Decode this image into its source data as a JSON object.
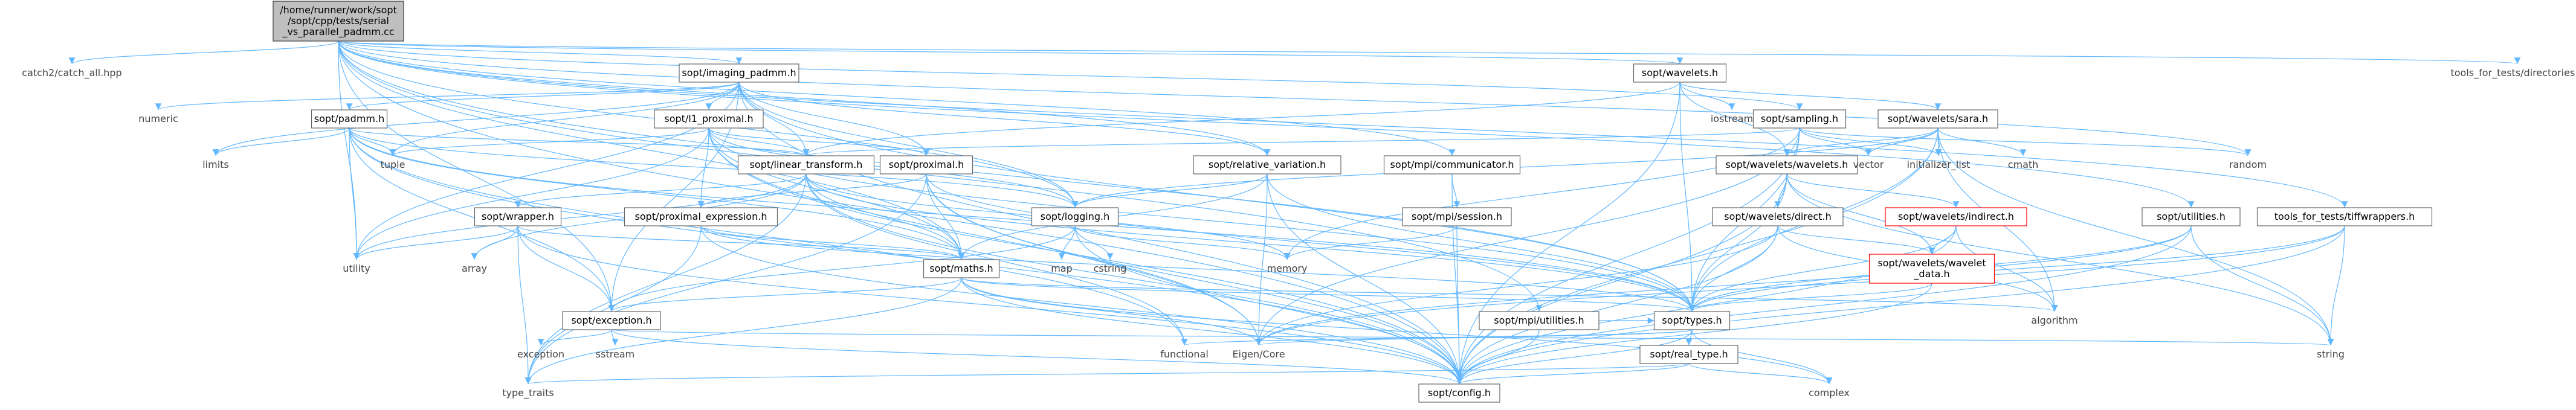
{
  "graph": {
    "nodes": [
      {
        "id": "root",
        "label": [
          "/home/runner/work/sopt",
          "/sopt/cpp/tests/serial",
          "_vs_parallel_padmm.cc"
        ],
        "style": "root"
      },
      {
        "id": "catch",
        "label": [
          "catch2/catch_all.hpp"
        ],
        "style": "plain"
      },
      {
        "id": "imaging",
        "label": [
          "sopt/imaging_padmm.h"
        ],
        "style": "box"
      },
      {
        "id": "wavelets",
        "label": [
          "sopt/wavelets.h"
        ],
        "style": "box"
      },
      {
        "id": "tools_dir",
        "label": [
          "tools_for_tests/directories.h"
        ],
        "style": "plain"
      },
      {
        "id": "numeric",
        "label": [
          "numeric"
        ],
        "style": "plain"
      },
      {
        "id": "padmm",
        "label": [
          "sopt/padmm.h"
        ],
        "style": "box"
      },
      {
        "id": "l1prox",
        "label": [
          "sopt/l1_proximal.h"
        ],
        "style": "box"
      },
      {
        "id": "iostream",
        "label": [
          "iostream"
        ],
        "style": "plain"
      },
      {
        "id": "sampling",
        "label": [
          "sopt/sampling.h"
        ],
        "style": "box"
      },
      {
        "id": "sara",
        "label": [
          "sopt/wavelets/sara.h"
        ],
        "style": "box"
      },
      {
        "id": "limits",
        "label": [
          "limits"
        ],
        "style": "plain"
      },
      {
        "id": "tuple",
        "label": [
          "tuple"
        ],
        "style": "plain"
      },
      {
        "id": "lintrans",
        "label": [
          "sopt/linear_transform.h"
        ],
        "style": "box"
      },
      {
        "id": "proximal",
        "label": [
          "sopt/proximal.h"
        ],
        "style": "box"
      },
      {
        "id": "relvar",
        "label": [
          "sopt/relative_variation.h"
        ],
        "style": "box"
      },
      {
        "id": "mpicomm",
        "label": [
          "sopt/mpi/communicator.h"
        ],
        "style": "box"
      },
      {
        "id": "wwavelets",
        "label": [
          "sopt/wavelets/wavelets.h"
        ],
        "style": "box"
      },
      {
        "id": "vector",
        "label": [
          "vector"
        ],
        "style": "plain"
      },
      {
        "id": "initlist",
        "label": [
          "initializer_list"
        ],
        "style": "plain"
      },
      {
        "id": "cmath",
        "label": [
          "cmath"
        ],
        "style": "plain"
      },
      {
        "id": "random",
        "label": [
          "random"
        ],
        "style": "plain"
      },
      {
        "id": "wrapper",
        "label": [
          "sopt/wrapper.h"
        ],
        "style": "box"
      },
      {
        "id": "proxexpr",
        "label": [
          "sopt/proximal_expression.h"
        ],
        "style": "box"
      },
      {
        "id": "logging",
        "label": [
          "sopt/logging.h"
        ],
        "style": "box"
      },
      {
        "id": "mpisession",
        "label": [
          "sopt/mpi/session.h"
        ],
        "style": "box"
      },
      {
        "id": "direct",
        "label": [
          "sopt/wavelets/direct.h"
        ],
        "style": "box"
      },
      {
        "id": "indirect",
        "label": [
          "sopt/wavelets/indirect.h"
        ],
        "style": "red"
      },
      {
        "id": "utilities",
        "label": [
          "sopt/utilities.h"
        ],
        "style": "box"
      },
      {
        "id": "tiffwrap",
        "label": [
          "tools_for_tests/tiffwrappers.h"
        ],
        "style": "box"
      },
      {
        "id": "utility",
        "label": [
          "utility"
        ],
        "style": "plain"
      },
      {
        "id": "array",
        "label": [
          "array"
        ],
        "style": "plain"
      },
      {
        "id": "map",
        "label": [
          "map"
        ],
        "style": "plain"
      },
      {
        "id": "cstring",
        "label": [
          "cstring"
        ],
        "style": "plain"
      },
      {
        "id": "memory",
        "label": [
          "memory"
        ],
        "style": "plain"
      },
      {
        "id": "maths",
        "label": [
          "sopt/maths.h"
        ],
        "style": "box"
      },
      {
        "id": "wavdata",
        "label": [
          "sopt/wavelets/wavelet",
          "_data.h"
        ],
        "style": "red"
      },
      {
        "id": "exception",
        "label": [
          "sopt/exception.h"
        ],
        "style": "box"
      },
      {
        "id": "mpiutil",
        "label": [
          "sopt/mpi/utilities.h"
        ],
        "style": "box"
      },
      {
        "id": "types",
        "label": [
          "sopt/types.h"
        ],
        "style": "box"
      },
      {
        "id": "algorithm",
        "label": [
          "algorithm"
        ],
        "style": "plain"
      },
      {
        "id": "exc",
        "label": [
          "exception"
        ],
        "style": "plain"
      },
      {
        "id": "sstream",
        "label": [
          "sstream"
        ],
        "style": "plain"
      },
      {
        "id": "functional",
        "label": [
          "functional"
        ],
        "style": "plain"
      },
      {
        "id": "eigen",
        "label": [
          "Eigen/Core"
        ],
        "style": "plain"
      },
      {
        "id": "string",
        "label": [
          "string"
        ],
        "style": "plain"
      },
      {
        "id": "realtype",
        "label": [
          "sopt/real_type.h"
        ],
        "style": "box"
      },
      {
        "id": "typetraits",
        "label": [
          "type_traits"
        ],
        "style": "plain"
      },
      {
        "id": "config",
        "label": [
          "sopt/config.h"
        ],
        "style": "box"
      },
      {
        "id": "complex",
        "label": [
          "complex"
        ],
        "style": "plain"
      }
    ],
    "edges": [
      [
        "root",
        "catch"
      ],
      [
        "root",
        "imaging"
      ],
      [
        "root",
        "wavelets"
      ],
      [
        "root",
        "tools_dir"
      ],
      [
        "root",
        "sampling"
      ],
      [
        "root",
        "relvar"
      ],
      [
        "root",
        "mpicomm"
      ],
      [
        "root",
        "logging"
      ],
      [
        "root",
        "maths"
      ],
      [
        "root",
        "types"
      ],
      [
        "root",
        "utility"
      ],
      [
        "root",
        "mpiutil"
      ],
      [
        "root",
        "utilities"
      ],
      [
        "root",
        "tiffwrap"
      ],
      [
        "root",
        "random"
      ],
      [
        "root",
        "config"
      ],
      [
        "root",
        "exception"
      ],
      [
        "imaging",
        "numeric"
      ],
      [
        "imaging",
        "padmm"
      ],
      [
        "imaging",
        "l1prox"
      ],
      [
        "imaging",
        "limits"
      ],
      [
        "imaging",
        "tuple"
      ],
      [
        "imaging",
        "lintrans"
      ],
      [
        "imaging",
        "proximal"
      ],
      [
        "imaging",
        "relvar"
      ],
      [
        "imaging",
        "logging"
      ],
      [
        "imaging",
        "types"
      ],
      [
        "imaging",
        "utility"
      ],
      [
        "imaging",
        "exception"
      ],
      [
        "imaging",
        "config"
      ],
      [
        "padmm",
        "limits"
      ],
      [
        "padmm",
        "tuple"
      ],
      [
        "padmm",
        "lintrans"
      ],
      [
        "padmm",
        "logging"
      ],
      [
        "padmm",
        "maths"
      ],
      [
        "padmm",
        "types"
      ],
      [
        "padmm",
        "utility"
      ],
      [
        "padmm",
        "exception"
      ],
      [
        "padmm",
        "functional"
      ],
      [
        "padmm",
        "config"
      ],
      [
        "l1prox",
        "tuple"
      ],
      [
        "l1prox",
        "lintrans"
      ],
      [
        "l1prox",
        "proximal"
      ],
      [
        "l1prox",
        "proxexpr"
      ],
      [
        "l1prox",
        "logging"
      ],
      [
        "l1prox",
        "maths"
      ],
      [
        "l1prox",
        "types"
      ],
      [
        "l1prox",
        "utility"
      ],
      [
        "l1prox",
        "eigen"
      ],
      [
        "l1prox",
        "config"
      ],
      [
        "wavelets",
        "iostream"
      ],
      [
        "wavelets",
        "sara"
      ],
      [
        "wavelets",
        "wwavelets"
      ],
      [
        "wavelets",
        "lintrans"
      ],
      [
        "wavelets",
        "types"
      ],
      [
        "wavelets",
        "config"
      ],
      [
        "sampling",
        "vector"
      ],
      [
        "sampling",
        "initlist"
      ],
      [
        "sampling",
        "random"
      ],
      [
        "sampling",
        "memory"
      ],
      [
        "sampling",
        "lintrans"
      ],
      [
        "sampling",
        "types"
      ],
      [
        "sampling",
        "eigen"
      ],
      [
        "sampling",
        "config"
      ],
      [
        "sara",
        "vector"
      ],
      [
        "sara",
        "initlist"
      ],
      [
        "sara",
        "cmath"
      ],
      [
        "sara",
        "wwavelets"
      ],
      [
        "sara",
        "logging"
      ],
      [
        "sara",
        "types"
      ],
      [
        "sara",
        "algorithm"
      ],
      [
        "sara",
        "string"
      ],
      [
        "sara",
        "config"
      ],
      [
        "lintrans",
        "wrapper"
      ],
      [
        "lintrans",
        "maths"
      ],
      [
        "lintrans",
        "types"
      ],
      [
        "lintrans",
        "utility"
      ],
      [
        "lintrans",
        "array"
      ],
      [
        "lintrans",
        "memory"
      ],
      [
        "lintrans",
        "functional"
      ],
      [
        "lintrans",
        "typetraits"
      ],
      [
        "lintrans",
        "config"
      ],
      [
        "proximal",
        "proxexpr"
      ],
      [
        "proximal",
        "maths"
      ],
      [
        "proximal",
        "types"
      ],
      [
        "proximal",
        "eigen"
      ],
      [
        "proximal",
        "typetraits"
      ],
      [
        "proximal",
        "config"
      ],
      [
        "relvar",
        "logging"
      ],
      [
        "relvar",
        "maths"
      ],
      [
        "relvar",
        "types"
      ],
      [
        "relvar",
        "eigen"
      ],
      [
        "relvar",
        "config"
      ],
      [
        "mpicomm",
        "mpisession"
      ],
      [
        "mpicomm",
        "config"
      ],
      [
        "mpisession",
        "memory"
      ],
      [
        "mpisession",
        "config"
      ],
      [
        "wwavelets",
        "direct"
      ],
      [
        "wwavelets",
        "indirect"
      ],
      [
        "wwavelets",
        "wavdata"
      ],
      [
        "wwavelets",
        "types"
      ],
      [
        "wwavelets",
        "string"
      ],
      [
        "wwavelets",
        "config"
      ],
      [
        "wrapper",
        "maths"
      ],
      [
        "wrapper",
        "exception"
      ],
      [
        "wrapper",
        "utility"
      ],
      [
        "wrapper",
        "array"
      ],
      [
        "wrapper",
        "typetraits"
      ],
      [
        "wrapper",
        "config"
      ],
      [
        "proxexpr",
        "maths"
      ],
      [
        "proxexpr",
        "types"
      ],
      [
        "proxexpr",
        "typetraits"
      ],
      [
        "proxexpr",
        "config"
      ],
      [
        "logging",
        "map"
      ],
      [
        "logging",
        "cstring"
      ],
      [
        "logging",
        "memory"
      ],
      [
        "logging",
        "exception"
      ],
      [
        "logging",
        "config"
      ],
      [
        "direct",
        "wavdata"
      ],
      [
        "direct",
        "types"
      ],
      [
        "direct",
        "algorithm"
      ],
      [
        "direct",
        "eigen"
      ],
      [
        "direct",
        "config"
      ],
      [
        "indirect",
        "wavdata"
      ],
      [
        "indirect",
        "types"
      ],
      [
        "indirect",
        "algorithm"
      ],
      [
        "indirect",
        "config"
      ],
      [
        "utilities",
        "types"
      ],
      [
        "utilities",
        "string"
      ],
      [
        "utilities",
        "eigen"
      ],
      [
        "utilities",
        "config"
      ],
      [
        "tiffwrap",
        "types"
      ],
      [
        "tiffwrap",
        "string"
      ],
      [
        "tiffwrap",
        "eigen"
      ],
      [
        "tiffwrap",
        "config"
      ],
      [
        "maths",
        "types"
      ],
      [
        "maths",
        "exception"
      ],
      [
        "maths",
        "algorithm"
      ],
      [
        "maths",
        "complex"
      ],
      [
        "maths",
        "eigen"
      ],
      [
        "maths",
        "typetraits"
      ],
      [
        "maths",
        "config"
      ],
      [
        "wavdata",
        "types"
      ],
      [
        "wavdata",
        "config"
      ],
      [
        "exception",
        "exc"
      ],
      [
        "exception",
        "sstream"
      ],
      [
        "exception",
        "string"
      ],
      [
        "exception",
        "config"
      ],
      [
        "mpiutil",
        "types"
      ],
      [
        "mpiutil",
        "config"
      ],
      [
        "types",
        "functional"
      ],
      [
        "types",
        "eigen"
      ],
      [
        "types",
        "realtype"
      ],
      [
        "types",
        "complex"
      ],
      [
        "types",
        "config"
      ],
      [
        "realtype",
        "typetraits"
      ],
      [
        "realtype",
        "complex"
      ],
      [
        "realtype",
        "config"
      ]
    ]
  }
}
